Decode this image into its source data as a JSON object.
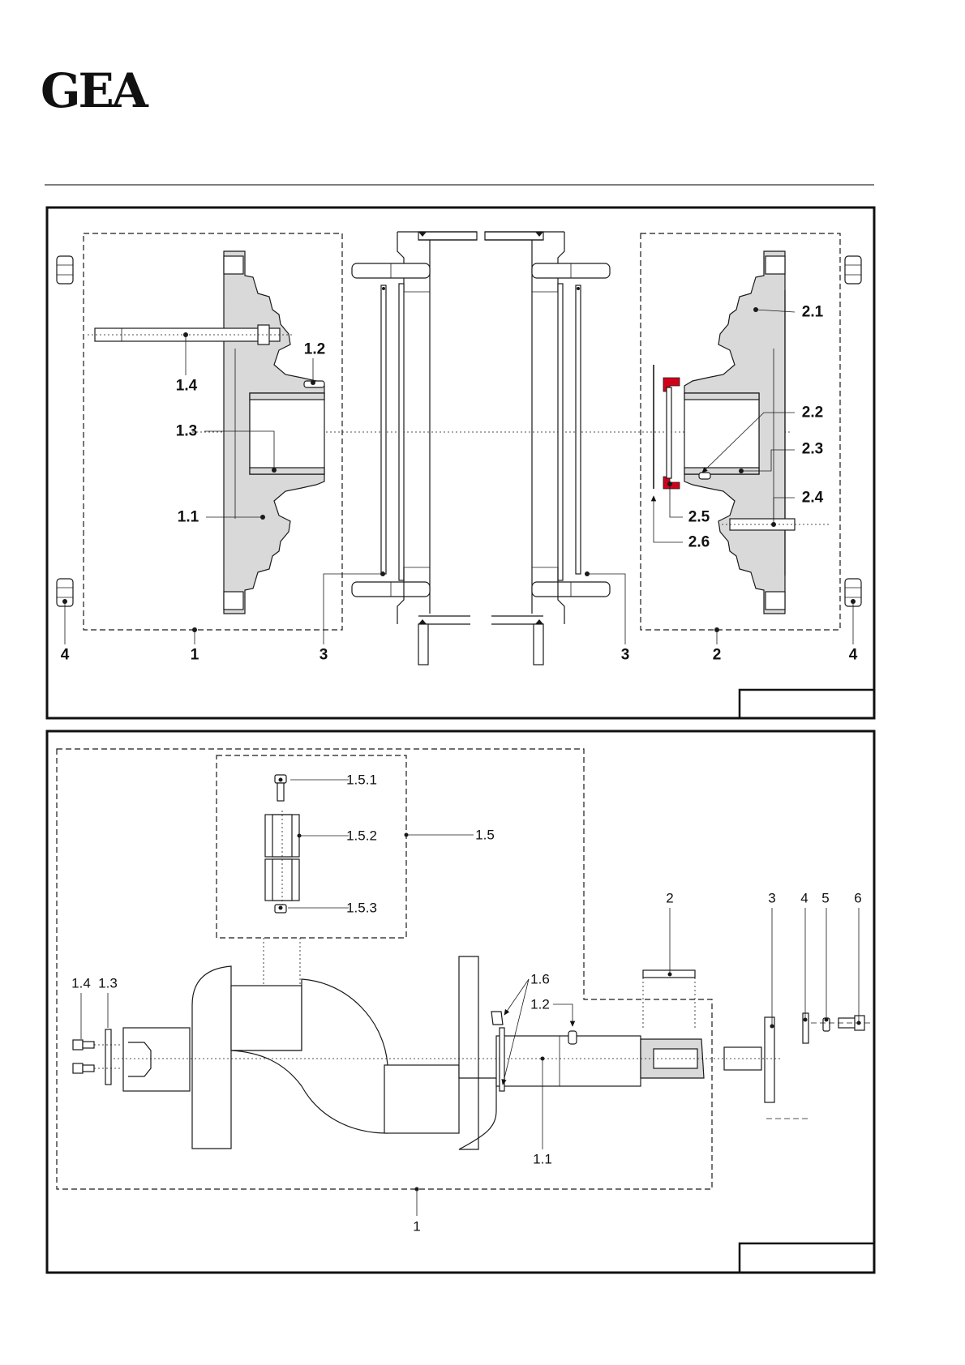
{
  "logo": {
    "text": "GEA"
  },
  "colors": {
    "ink": "#1a1a1a",
    "casting_fill": "#d9d9d9",
    "seal": "#d0021b"
  },
  "figure_top": {
    "callouts": [
      "1.2",
      "1.4",
      "1.3",
      "1.1",
      "2.1",
      "2.2",
      "2.3",
      "2.4",
      "2.5",
      "2.6",
      "4",
      "1",
      "3",
      "3",
      "2",
      "4"
    ]
  },
  "figure_bottom": {
    "callouts": [
      "1.5.1",
      "1.5.2",
      "1.5",
      "1.5.3",
      "2",
      "3",
      "4",
      "5",
      "6",
      "1.6",
      "1.2",
      "1.4",
      "1.3",
      "1.1",
      "1"
    ]
  }
}
